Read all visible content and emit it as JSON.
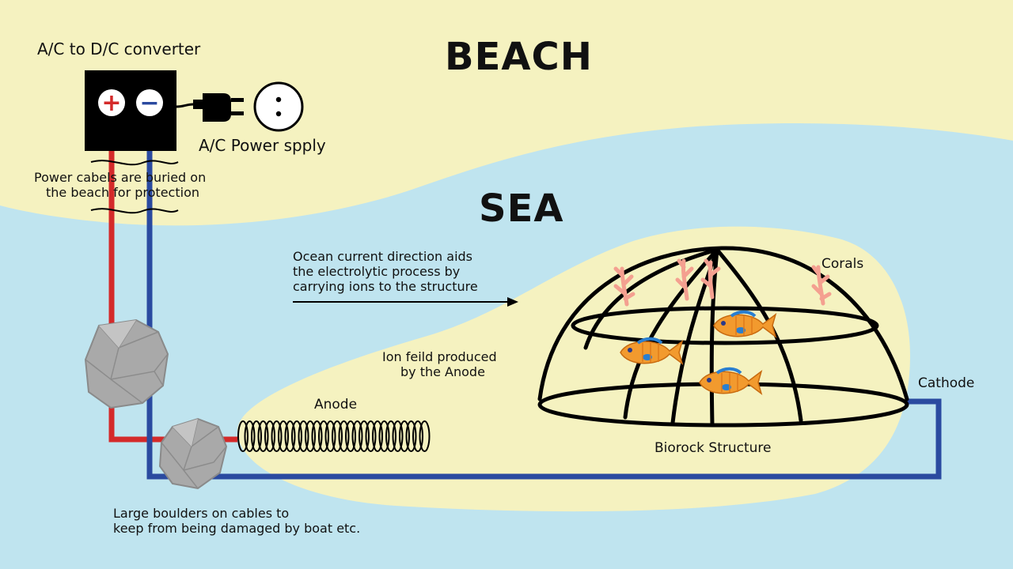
{
  "labels": {
    "beach": "BEACH",
    "sea": "SEA",
    "converter": "A/C to D/C converter",
    "power_supply": "A/C Power spply",
    "buried_line1": "Power cabels are buried on",
    "buried_line2": "the beach for protection",
    "current_line1": "Ocean current direction aids",
    "current_line2": "the electrolytic process by",
    "current_line3": "carrying ions to the structure",
    "ion_line1": "Ion feild produced",
    "ion_line2": "by the Anode",
    "anode": "Anode",
    "corals": "Corals",
    "cathode": "Cathode",
    "structure": "Biorock Structure",
    "boulders_line1": "Large boulders on cables to",
    "boulders_line2": "keep from being damaged by boat etc.",
    "plus_symbol": "+",
    "minus_symbol": "−"
  },
  "colors": {
    "sea": "#bfe4ef",
    "beach": "#f5f2c0",
    "positive_cable": "#d42a2a",
    "negative_cable": "#2a4aa0",
    "converter": "#000000",
    "fish_body": "#f29a2e",
    "fish_fin": "#2a7fd0",
    "coral": "#f4a090",
    "rock": "#a8a8a8"
  }
}
